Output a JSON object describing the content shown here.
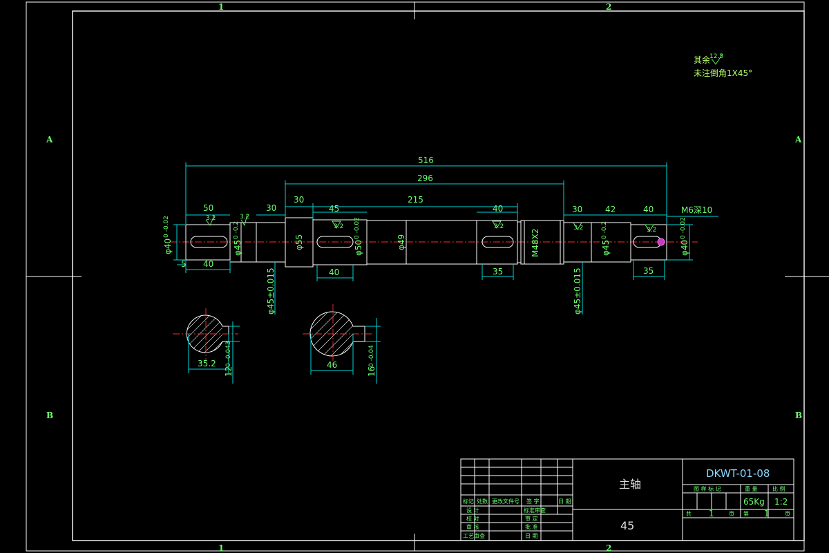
{
  "zones": {
    "top_1": "1",
    "top_2": "2",
    "bottom_1": "1",
    "bottom_2": "2",
    "left_a": "A",
    "left_b": "B",
    "right_a": "A",
    "right_b": "B"
  },
  "notes": {
    "line1": "其余",
    "roughness_all": "12.5",
    "line2": "未注倒角1X45°"
  },
  "dims": {
    "overall": "516",
    "between": "296",
    "d50": "50",
    "d30a": "30",
    "d30b": "30",
    "d45": "45",
    "d215": "215",
    "d40a": "40",
    "d30c": "30",
    "d42": "42",
    "d40b": "40",
    "thread_hole": "M6深10",
    "left_end_dia": "φ40",
    "left_end_tol": "0 -0.02",
    "left_seat_dia": "φ45",
    "left_seat_tol": "0 -0.2",
    "collar_dia": "φ55",
    "gear_dia": "φ50",
    "gear_tol": "0 -0.02",
    "mid_dia": "φ49",
    "thread": "M48X2",
    "right_seat_dia": "φ45",
    "right_seat_tol": "0 -0.2",
    "right_end_dia": "φ40",
    "right_end_tol": "0 -0.02",
    "bearing_left": "φ45±0.015",
    "bearing_right": "φ45±0.015",
    "key_left_offset": "5",
    "key_left_len": "40",
    "key_gear_len": "40",
    "key_mid_len": "35",
    "key_right_len": "35",
    "roughness_a": "3.2",
    "roughness_b": "3.2",
    "roughness_c": "3.2",
    "roughness_d": "3.2",
    "roughness_e": "3.2",
    "roughness_f": "3.2",
    "roughness_g": "3.2",
    "sec1_width": "35.2",
    "sec1_key": "12",
    "sec1_tol": "0 -0.043",
    "sec2_width": "46",
    "sec2_key": "16",
    "sec2_tol": "0 -0.04"
  },
  "title_block": {
    "part_name": "主轴",
    "material": "45",
    "drawing_no": "DKWT-01-08",
    "h_stage": "图 样 标 记",
    "h_weight": "重 量",
    "h_scale": "比 例",
    "weight": "65Kg",
    "scale": "1:2",
    "sheets_total_label": "共",
    "sheets_total": "1",
    "sheet_unit": "页",
    "sheet_no_label": "第",
    "sheet_no": "1",
    "sheet_unit2": "页",
    "rev_mark": "标记",
    "rev_count": "处数",
    "rev_doc": "更改文件号",
    "rev_sign": "签 字",
    "rev_date": "日 期",
    "design": "设 计",
    "check": "校 对",
    "review": "审 核",
    "process": "工艺审查",
    "std": "标准审查",
    "approve": "审 定",
    "approve2": "批 准",
    "date": "日 期"
  }
}
